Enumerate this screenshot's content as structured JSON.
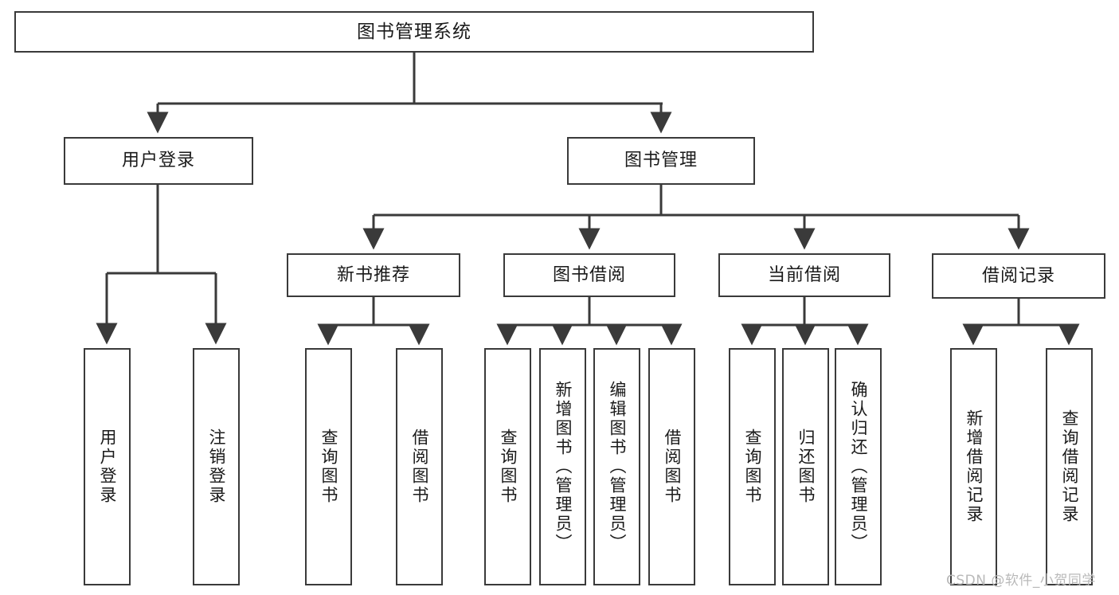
{
  "diagram": {
    "title": "图书管理系统",
    "watermark": "CSDN @软件_小贺同学",
    "colors": {
      "stroke": "#3a3a3a",
      "fill": "#ffffff",
      "text": "#1a1a1a",
      "watermark": "#b9b9b9"
    },
    "root": {
      "label": "图书管理系统"
    },
    "level1": [
      {
        "label": "用户登录"
      },
      {
        "label": "图书管理"
      }
    ],
    "level2": [
      {
        "label": "新书推荐"
      },
      {
        "label": "图书借阅"
      },
      {
        "label": "当前借阅"
      },
      {
        "label": "借阅记录"
      }
    ],
    "leaves": {
      "user_login": [
        {
          "label": "用户登录"
        },
        {
          "label": "注销登录"
        }
      ],
      "new_book_recommend": [
        {
          "label": "查询图书"
        },
        {
          "label": "借阅图书"
        }
      ],
      "book_borrow": [
        {
          "label": "查询图书"
        },
        {
          "label": "新增图书（管理员）"
        },
        {
          "label": "编辑图书（管理员）"
        },
        {
          "label": "借阅图书"
        }
      ],
      "current_borrow": [
        {
          "label": "查询图书"
        },
        {
          "label": "归还图书"
        },
        {
          "label": "确认归还（管理员）"
        }
      ],
      "borrow_record": [
        {
          "label": "新增借阅记录"
        },
        {
          "label": "查询借阅记录"
        }
      ]
    }
  }
}
